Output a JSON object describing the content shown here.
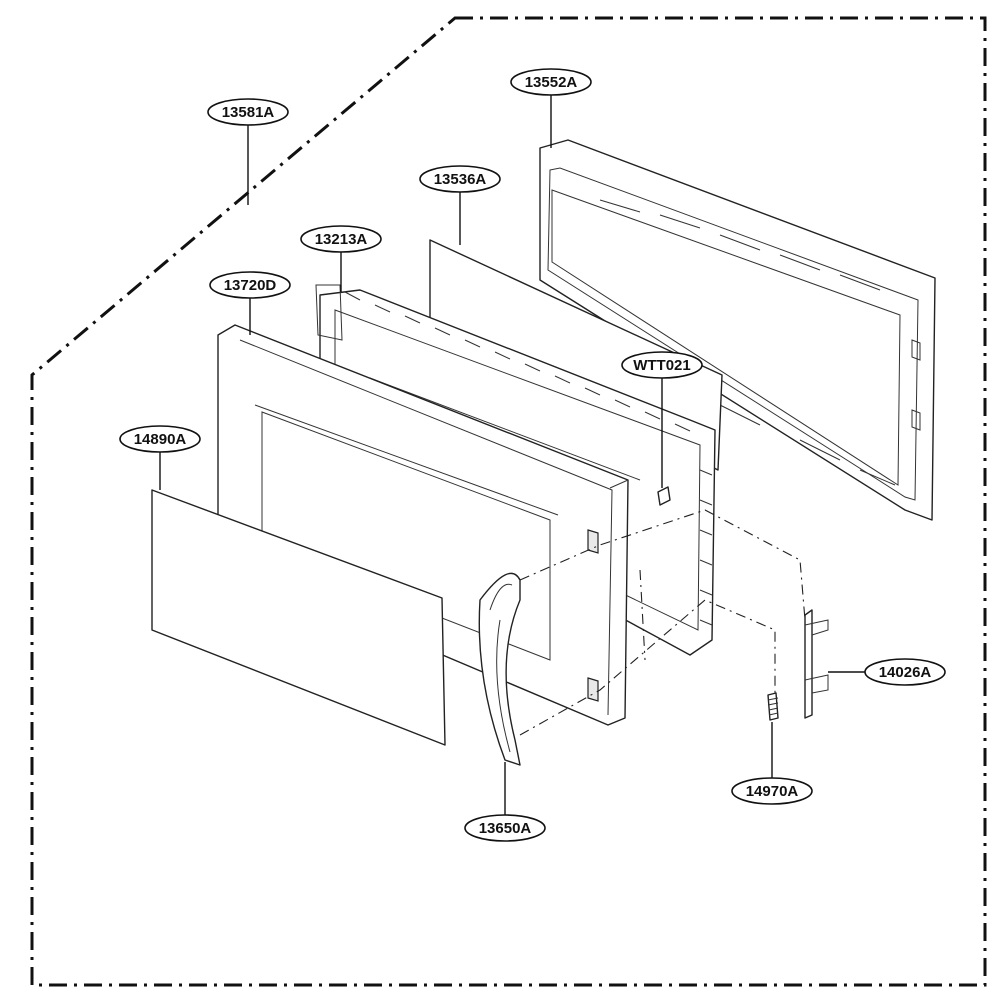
{
  "diagram": {
    "type": "exploded-parts-view",
    "part_labels": {
      "p13581A": "13581A",
      "p13552A": "13552A",
      "p13536A": "13536A",
      "p13213A": "13213A",
      "p13720D": "13720D",
      "pWTT021": "WTT021",
      "p14890A": "14890A",
      "p14026A": "14026A",
      "p14970A": "14970A",
      "p13650A": "13650A"
    }
  }
}
